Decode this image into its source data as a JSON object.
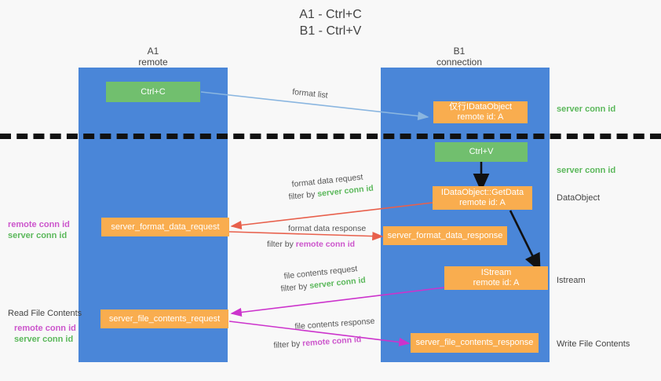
{
  "title": {
    "line1": "A1 - Ctrl+C",
    "line2": "B1 - Ctrl+V"
  },
  "lanes": [
    {
      "name": "A1",
      "sub": "remote"
    },
    {
      "name": "B1",
      "sub": "connection"
    }
  ],
  "boxes": {
    "ctrl_c": "Ctrl+C",
    "ctrl_v": "Ctrl+V",
    "idataobject_top_l1": "仅行IDataObject",
    "idataobject_top_l2": "remote id: A",
    "getdata_l1": "IDataObject::GetData",
    "getdata_l2": "remote id: A",
    "istream_l1": "IStream",
    "istream_l2": "remote id: A",
    "server_format_data_request": "server_format_data_request",
    "server_format_data_response": "server_format_data_response",
    "server_file_contents_request": "server_file_contents_request",
    "server_file_contents_response": "server_file_contents_response"
  },
  "arrow_labels": {
    "format_list": "format list",
    "format_data_request": "format data request",
    "format_data_request_filter_pre": "filter by ",
    "format_data_request_filter_id": "server conn id",
    "format_data_response": "format data response",
    "format_data_response_filter_pre": "filter by ",
    "format_data_response_filter_id": "remote conn id",
    "file_contents_request": "file contents request",
    "file_contents_request_filter_pre": "filter by ",
    "file_contents_request_filter_id": "server conn id",
    "file_contents_response": "file contents response",
    "file_contents_response_filter_pre": "filter by ",
    "file_contents_response_filter_id": "remote conn id"
  },
  "annotations": {
    "right_server_conn_id_top": "server conn id",
    "right_server_conn_id_mid": "server conn id",
    "right_dataobject": "DataObject",
    "right_istream": "Istream",
    "right_write_file_contents": "Write File Contents",
    "left_remote_conn_id_1": "remote conn id",
    "left_server_conn_id_1": "server conn id",
    "left_read_file_contents": "Read File Contents",
    "left_remote_conn_id_2": "remote conn id",
    "left_server_conn_id_2": "server conn id"
  },
  "colors": {
    "lane": "#4a86d8",
    "green_box": "#71bf6e",
    "orange_box": "#f9ad4f",
    "arrow_blue": "#8ab6e0",
    "arrow_red": "#e8604c",
    "arrow_magenta": "#cc33cc",
    "arrow_black": "#111111",
    "green_text": "#5bb85b",
    "magenta_text": "#cc55cc",
    "background": "#f8f8f8"
  }
}
